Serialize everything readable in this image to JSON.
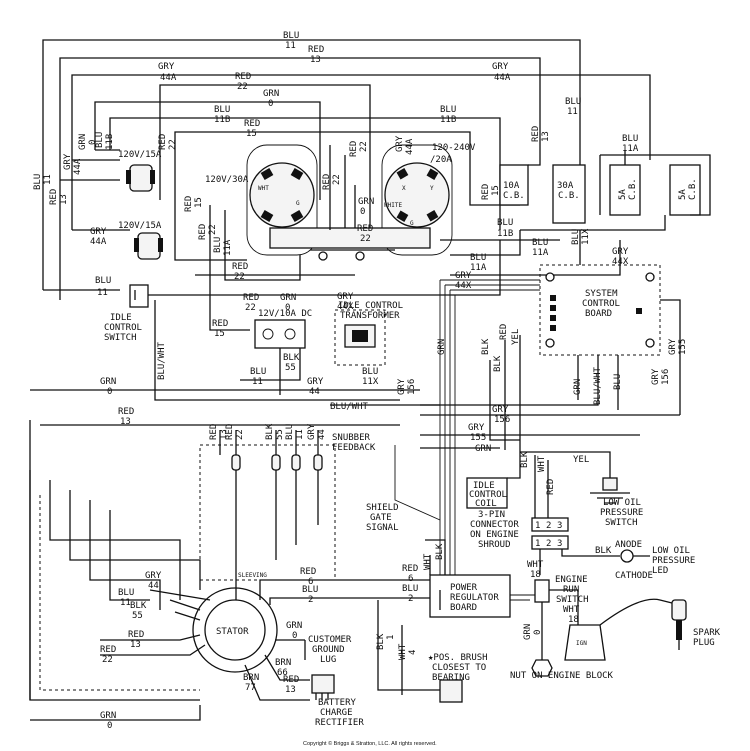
{
  "wire_labels": {
    "top_blu": [
      "BLU",
      "11"
    ],
    "top_red": [
      "RED",
      "13"
    ],
    "gry44a_top": [
      "GRY",
      "44A"
    ],
    "gry44a_right": [
      "GRY",
      "44A"
    ],
    "red22_top": [
      "RED",
      "22"
    ],
    "grn0_top": [
      "GRN",
      "0"
    ],
    "blu11b_top": [
      "BLU",
      "11B"
    ],
    "red15_top": [
      "RED",
      "15"
    ],
    "left_blu": [
      "BLU",
      "11"
    ],
    "left_red": [
      "RED",
      "13"
    ],
    "left_gry": [
      "GRY",
      "44A"
    ],
    "left_grn": [
      "GRN",
      "0"
    ],
    "left_blu11b": [
      "BLU",
      "11B"
    ],
    "left_red22": [
      "RED",
      "22"
    ],
    "gry44a_low": [
      "GRY",
      "44A"
    ],
    "red22_mid": [
      "RED",
      "22"
    ],
    "red15_mid": [
      "RED",
      "15"
    ],
    "blu11a_mid": [
      "BLU",
      "11A"
    ],
    "red22_r1": [
      "RED",
      "22"
    ],
    "red22_r2": [
      "RED",
      "22"
    ],
    "gry44a_r": [
      "GRY",
      "44A"
    ],
    "grn0_mid": [
      "GRN",
      "0"
    ],
    "red22_mid2": [
      "RED",
      "22"
    ],
    "blu11b_mid": [
      "BLU",
      "11B"
    ],
    "blu11a_mid2": [
      "BLU",
      "11A"
    ],
    "red22_low": [
      "RED",
      "22"
    ],
    "red15_low": [
      "RED",
      "15"
    ],
    "red13_right": [
      "RED",
      "13"
    ],
    "blu11_right": [
      "BLU",
      "11"
    ],
    "red15_right": [
      "RED",
      "15"
    ],
    "blu11a_right": [
      "BLU",
      "11A"
    ],
    "gry44x_right": [
      "GRY",
      "44X"
    ],
    "blu11x_right": [
      "BLU",
      "11X"
    ],
    "blu11b_right": [
      "BLU",
      "11B"
    ],
    "blu11a_r2": [
      "BLU",
      "11A"
    ],
    "gry44x_r2": [
      "GRY",
      "44X"
    ],
    "red22_idle": [
      "RED",
      "22"
    ],
    "grn0_idle": [
      "GRN",
      "0"
    ],
    "blu11_idle": [
      "BLU",
      "11"
    ],
    "red15_dc": [
      "RED",
      "15"
    ],
    "gry44x_trans": [
      "GRY",
      "44X"
    ],
    "blk55_dc": [
      "BLK",
      "55"
    ],
    "blu11_dc": [
      "BLU",
      "11"
    ],
    "blu11x_trans": [
      "BLU",
      "11X"
    ],
    "gry156_trans": [
      "GRY",
      "156"
    ],
    "grn_trans": "GRN",
    "gry44_dc": [
      "GRY",
      "44"
    ],
    "grn0_left": [
      "GRN",
      "0"
    ],
    "blu_wht_left": "BLU/WHT",
    "blu_wht_mid": "BLU/WHT",
    "red13_left": [
      "RED",
      "13"
    ],
    "gry155_mid": [
      "GRY",
      "155"
    ],
    "gry156_mid": [
      "GRY",
      "156"
    ],
    "grn_mid": "GRN",
    "conn_red13": [
      "RED",
      "13"
    ],
    "conn_red22": [
      "RED",
      "22"
    ],
    "conn_blk55": [
      "BLK",
      "55"
    ],
    "conn_blu11": [
      "BLU",
      "11"
    ],
    "conn_gry44": [
      "GRY",
      "44"
    ],
    "board_blk": "BLK",
    "board_blk2": "BLK",
    "board_red": "RED",
    "board_yel": "YEL",
    "board_grn": "GRN",
    "board_bluwht": "BLU/WHT",
    "board_blu": "BLU",
    "board_gry156": [
      "GRY",
      "156"
    ],
    "board_gry155": [
      "GRY",
      "155"
    ],
    "coil_blk": "BLK",
    "coil_wht": "WHT",
    "coil_red": "RED",
    "yel_oil": "YEL",
    "stator_gry": [
      "GRY",
      "44"
    ],
    "stator_blu": [
      "BLU",
      "11"
    ],
    "stator_blk": [
      "BLK",
      "55"
    ],
    "stator_red13": [
      "RED",
      "13"
    ],
    "stator_red22": [
      "RED",
      "22"
    ],
    "stator_red6": [
      "RED",
      "6"
    ],
    "stator_blu2": [
      "BLU",
      "2"
    ],
    "stator_grn0": [
      "GRN",
      "0"
    ],
    "stator_brn66": [
      "BRN",
      "66"
    ],
    "stator_brn77": [
      "BRN",
      "77"
    ],
    "stator_red13b": [
      "RED",
      "13"
    ],
    "bottom_grn": [
      "GRN",
      "0"
    ],
    "reg_red6": [
      "RED",
      "6"
    ],
    "reg_blu2": [
      "BLU",
      "2"
    ],
    "reg_wht": "WHT",
    "reg_blk": "BLK",
    "brush_blk": [
      "BLK",
      "1"
    ],
    "brush_wht": [
      "WHT",
      "4"
    ],
    "wht18_a": [
      "WHT",
      "18"
    ],
    "wht18_b": [
      "WHT",
      "18"
    ],
    "grn0_engine": [
      "GRN",
      "0"
    ],
    "blk_led": "BLK",
    "anode": "ANODE",
    "cathode": "CATHODE"
  },
  "components": {
    "recep_120_15_top": "120V/15A",
    "recep_120_15_bot": "120V/15A",
    "recep_120_30": "120V/30A",
    "recep_120_240": [
      "120-240V",
      "/20A"
    ],
    "breaker_10a": [
      "10A",
      "C.B."
    ],
    "breaker_30a": [
      "30A",
      "C.B."
    ],
    "breaker_5a_1": [
      "5A",
      "C.B."
    ],
    "breaker_5a_2": [
      "5A",
      "C.B."
    ],
    "idle_switch": [
      "IDLE",
      "CONTROL",
      "SWITCH"
    ],
    "dc_recep": "12V/10A DC",
    "idle_transformer": [
      "IDLE CONTROL",
      "TRANSFORMER"
    ],
    "system_board": [
      "SYSTEM",
      "CONTROL",
      "BOARD"
    ],
    "snubber": [
      "SNUBBER",
      "FEEDBACK"
    ],
    "sleeving": "SLEEVING",
    "stator": "STATOR",
    "shield": [
      "SHIELD",
      "GATE",
      "SIGNAL"
    ],
    "idle_coil": [
      "IDLE",
      "CONTROL",
      "COIL"
    ],
    "low_oil_switch": [
      "LOW OIL",
      "PRESSURE",
      "SWITCH"
    ],
    "connector_3pin": [
      "3-PIN",
      "CONNECTOR",
      "ON ENGINE",
      "SHROUD"
    ],
    "connector_pins": [
      "1",
      "2",
      "3"
    ],
    "low_oil_led": [
      "LOW OIL",
      "PRESSURE",
      "LED"
    ],
    "power_board": [
      "POWER",
      "REGULATOR",
      "BOARD"
    ],
    "engine_run_switch": [
      "ENGINE",
      "RUN",
      "SWITCH"
    ],
    "spark_plug": [
      "SPARK",
      "PLUG"
    ],
    "ground_lug": [
      "CUSTOMER",
      "GROUND",
      "LUG"
    ],
    "brush_note": [
      "★POS. BRUSH",
      "CLOSEST TO",
      "BEARING"
    ],
    "nut_engine": "NUT ON ENGINE BLOCK",
    "battery_rectifier": [
      "BATTERY",
      "CHARGE",
      "RECTIFIER"
    ],
    "ign": "IGN",
    "white": "WHITE",
    "recep_pin_g1": "G",
    "recep_pin_g2": "G",
    "recep_pin_x": "X",
    "recep_pin_y": "Y",
    "recep_pin_wht": "WHT"
  },
  "copyright": "Copyright © Briggs & Stratton, LLC. All rights reserved."
}
